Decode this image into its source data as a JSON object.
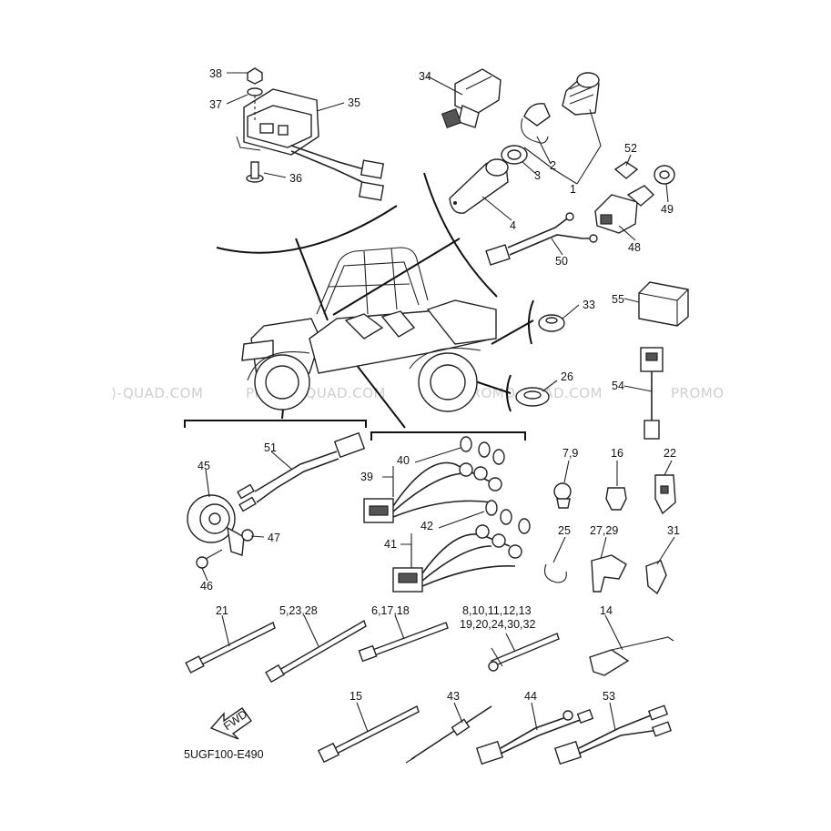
{
  "watermark": {
    "left_fragment": ")-QUAD.COM",
    "segment_a": "PROMO-QUAD.COM",
    "segment_b": "PROMO-QUAD.COM",
    "right_fragment": "PROMO"
  },
  "diagram_code": "5UGF100-E490",
  "fwd_label": "FWD",
  "callouts": {
    "p1": "1",
    "p2": "2",
    "p3": "3",
    "p4": "4",
    "p5_23_28": "5,23,28",
    "p6_17_18": "6,17,18",
    "p7_9": "7,9",
    "p8_group_a": "8,10,11,12,13",
    "p8_group_b": "19,20,24,30,32",
    "p14": "14",
    "p15": "15",
    "p16": "16",
    "p21": "21",
    "p22": "22",
    "p25": "25",
    "p26": "26",
    "p27_29": "27,29",
    "p31": "31",
    "p33": "33",
    "p34": "34",
    "p35": "35",
    "p36": "36",
    "p37": "37",
    "p38": "38",
    "p39": "39",
    "p40": "40",
    "p41": "41",
    "p42": "42",
    "p43": "43",
    "p44": "44",
    "p45": "45",
    "p46": "46",
    "p47": "47",
    "p48": "48",
    "p49": "49",
    "p50": "50",
    "p51": "51",
    "p52": "52",
    "p53": "53",
    "p54": "54",
    "p55": "55"
  }
}
